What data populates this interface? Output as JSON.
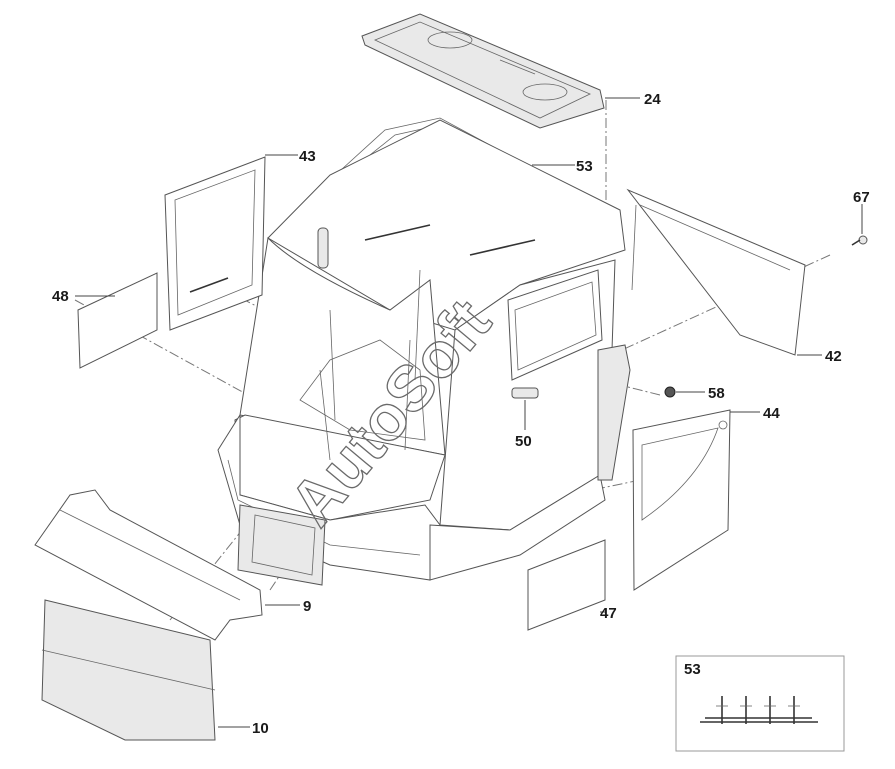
{
  "watermark": "AutoSoft",
  "callouts": {
    "c24": "24",
    "c43": "43",
    "c53": "53",
    "c67": "67",
    "c48": "48",
    "c42": "42",
    "c58": "58",
    "c44": "44",
    "c50": "50",
    "c9": "9",
    "c47": "47",
    "c10": "10"
  },
  "inset": {
    "label": "53"
  }
}
